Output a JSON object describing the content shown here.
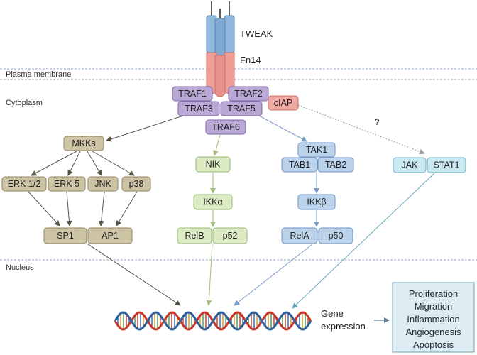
{
  "colors": {
    "traf_fill": "#b9a8d6",
    "traf_stroke": "#7d6aa4",
    "ciap_fill": "#f0a9a3",
    "ciap_stroke": "#c9716b",
    "mapk_fill": "#cdc4a5",
    "mapk_stroke": "#8e845f",
    "nfkb2_fill": "#dcebc3",
    "nfkb2_stroke": "#9db879",
    "nfkb1_fill": "#bcd3ec",
    "nfkb1_stroke": "#6f93c3",
    "jak_fill": "#c9e8ef",
    "jak_stroke": "#72b1c2",
    "tweak_fill": "#8fb8dc",
    "fn14_fill": "#ef9e97",
    "membrane": "#8fa7c4",
    "outcome_fill": "#dcecf2",
    "outcome_stroke": "#6d9fb3",
    "arrow_mapk": "#555544",
    "arrow_nfkb2": "#a3bd80",
    "arrow_nfkb1": "#7a9cc8",
    "arrow_jak": "#6aa9bd"
  },
  "labels": {
    "tweak": "TWEAK",
    "fn14": "Fn14",
    "plasma_membrane": "Plasma membrane",
    "cytoplasm": "Cytoplasm",
    "nucleus": "Nucleus",
    "question": "?",
    "gene_expression_line1": "Gene",
    "gene_expression_line2": "expression"
  },
  "nodes": {
    "traf1": "TRAF1",
    "traf2": "TRAF2",
    "traf3": "TRAF3",
    "traf5": "TRAF5",
    "ciap": "cIAP",
    "traf6": "TRAF6",
    "mkks": "MKKs",
    "erk12": "ERK 1/2",
    "erk5": "ERK 5",
    "jnk": "JNK",
    "p38": "p38",
    "sp1": "SP1",
    "ap1": "AP1",
    "nik": "NIK",
    "ikka": "IKKα",
    "relb": "RelB",
    "p52": "p52",
    "tak1": "TAK1",
    "tab1": "TAB1",
    "tab2": "TAB2",
    "ikkb": "IKKβ",
    "rela": "RelA",
    "p50": "p50",
    "jak": "JAK",
    "stat1": "STAT1"
  },
  "outcomes": [
    "Proliferation",
    "Migration",
    "Inflammation",
    "Angiogenesis",
    "Apoptosis"
  ]
}
